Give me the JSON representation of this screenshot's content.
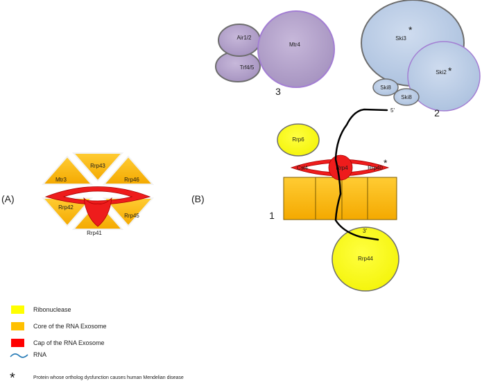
{
  "panel_labels": {
    "a": "(A)",
    "b": "(B)"
  },
  "panel_a": {
    "segments": {
      "top": "Rrp43",
      "upper_left": "Mtr3",
      "upper_right": "Rrp46",
      "lower_left": "Rrp42",
      "lower_right": "Rrp45",
      "bottom": "Rrp41"
    }
  },
  "panel_b": {
    "complex_numbers": {
      "core": "1",
      "ski": "2",
      "trampl": "3"
    },
    "trampl": {
      "air": "Air1/2",
      "trf": "Trf4/5",
      "mtr4": "Mtr4"
    },
    "ski": {
      "ski3": "Ski3",
      "ski2": "Ski2",
      "ski8_a": "Ski8",
      "ski8_b": "Ski8",
      "asterisk": "*"
    },
    "cap": {
      "csl4": "Csl4",
      "rrp4": "Rrp4",
      "rrp40": "Rrp40",
      "asterisk": "*"
    },
    "rrp6": "Rrp6",
    "rrp44": "Rrp44",
    "rna_ends": {
      "five_prime": "5'",
      "three_prime": "3'"
    }
  },
  "legend": {
    "items": [
      {
        "color": "#ffff00",
        "label": "Ribonuclease"
      },
      {
        "color": "#ffc000",
        "label": "Core of the RNA Exosome"
      },
      {
        "color": "#ff0000",
        "label": "Cap of the RNA Exosome"
      },
      {
        "color": "#1f77b4",
        "label": "RNA"
      }
    ],
    "asterisk_symbol": "*",
    "asterisk_note": "Protein whose ortholog dysfunction causes human Mendelian disease"
  },
  "colors": {
    "ribonuclease": "#ffff00",
    "core": "#ffc000",
    "cap": "#ff0000",
    "trampl": "#b3a2c7",
    "ski": "#b9cde5",
    "rna_legend": "#1f77b4",
    "rna_strand": "#000000"
  }
}
